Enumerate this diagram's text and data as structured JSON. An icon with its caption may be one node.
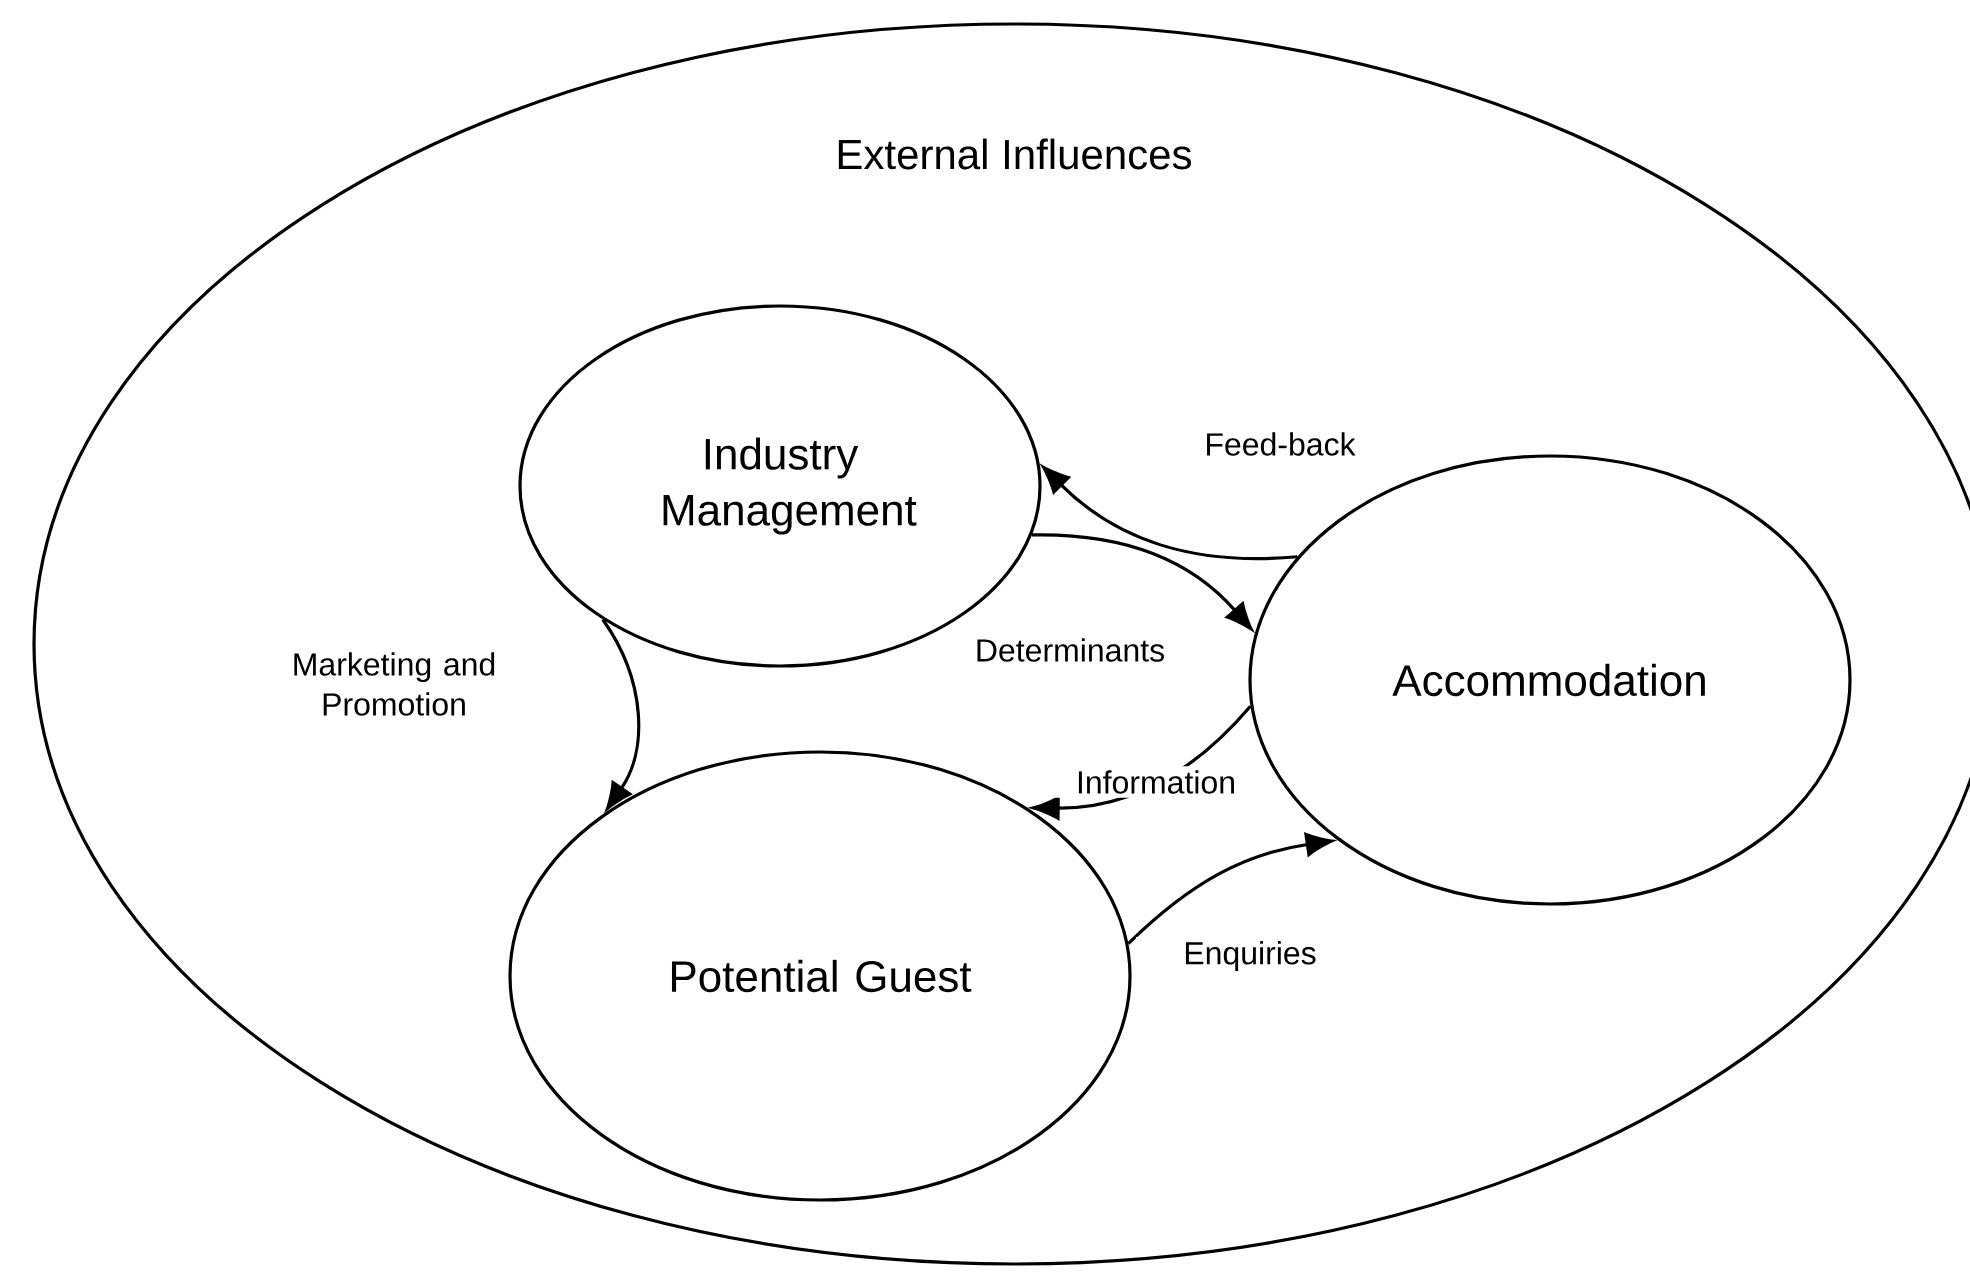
{
  "diagram": {
    "nodes": [
      {
        "text": [
          "External Influences"
        ]
      },
      {
        "text": [
          "Industry Management"
        ],
        "in": 0
      },
      {
        "text": [
          "Accommodation"
        ],
        "in": 0
      },
      {
        "text": [
          "Potential Guest"
        ],
        "in": 0
      }
    ],
    "edges": [
      {
        "from": 1,
        "to": 2,
        "arrow": "to",
        "label": "Determinants"
      },
      {
        "from": 2,
        "to": 1,
        "arrow": "to",
        "label": "Feed-back"
      },
      {
        "from": 1,
        "to": 3,
        "arrow": "to",
        "label": "Marketing and Promotion"
      },
      {
        "from": 2,
        "to": 3,
        "arrow": "to",
        "label": "Information"
      },
      {
        "from": 3,
        "to": 2,
        "arrow": "to",
        "label": "Enquiries"
      }
    ]
  }
}
